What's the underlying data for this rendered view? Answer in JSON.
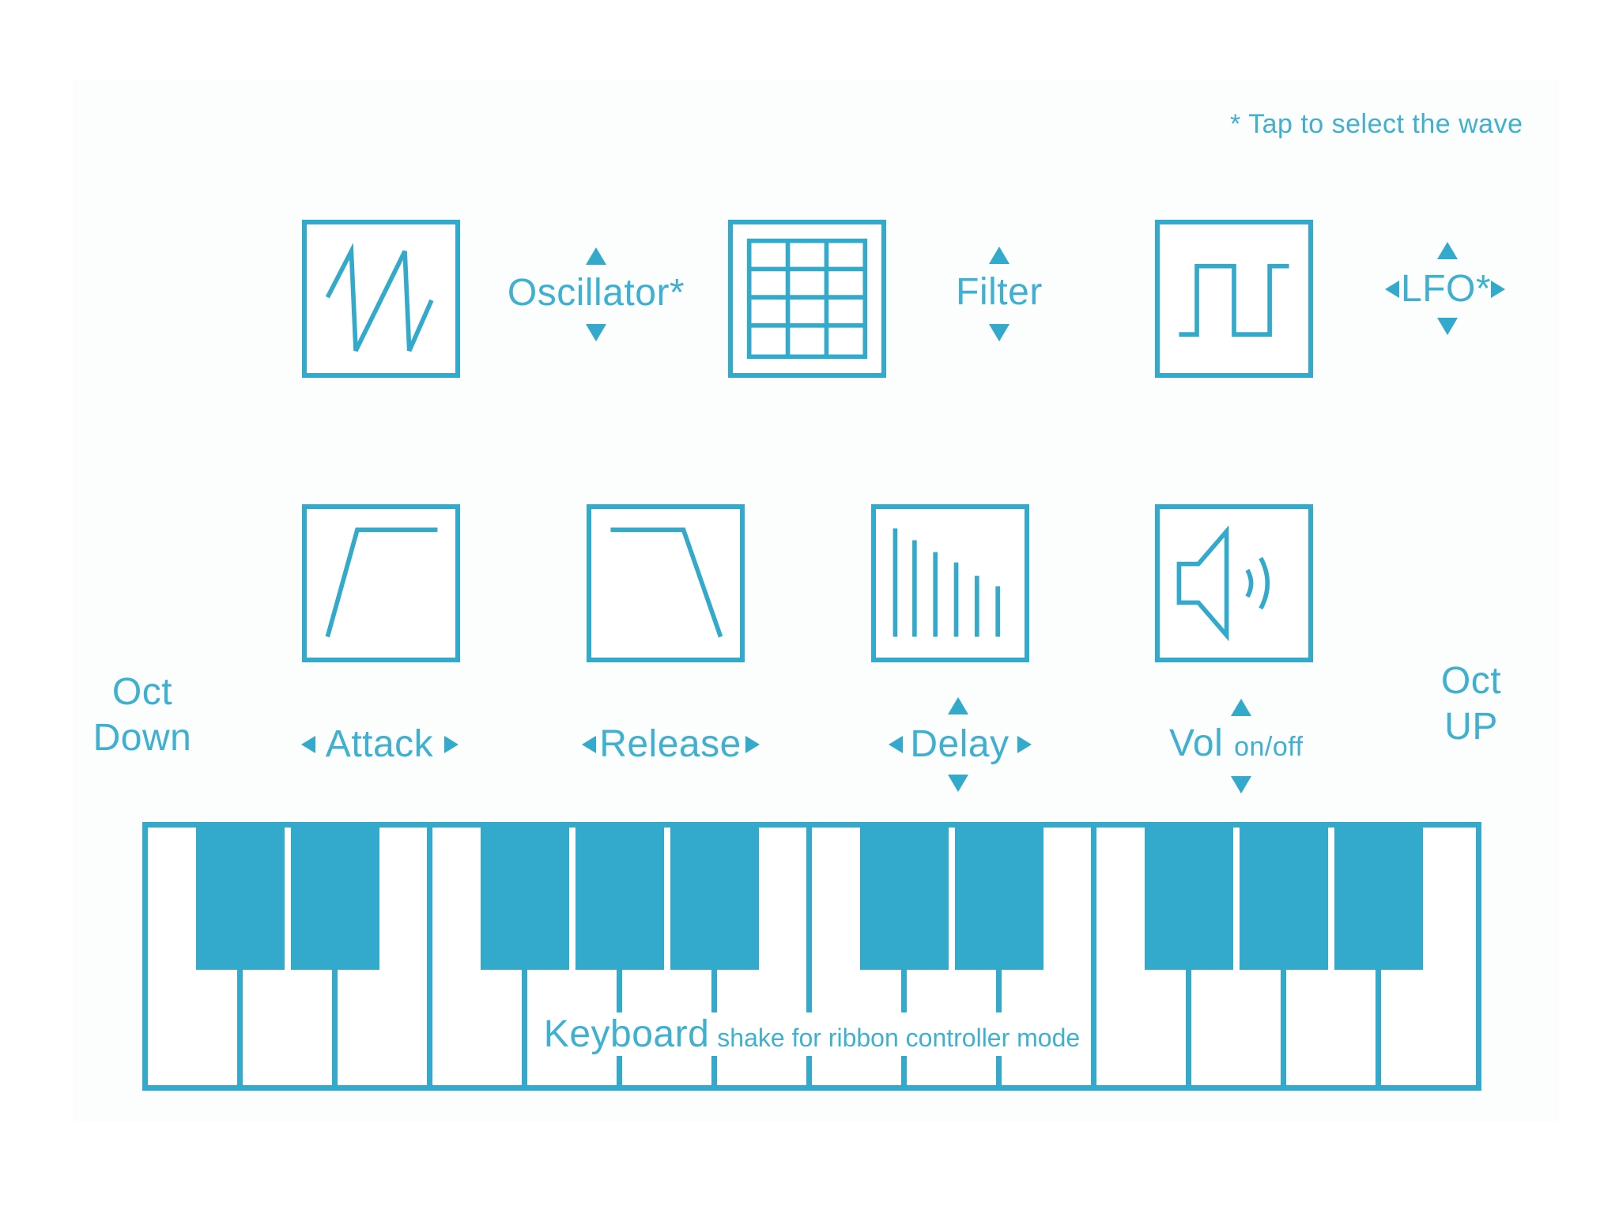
{
  "hint": "*  Tap to select the wave",
  "controls": {
    "oscillator": "Oscillator*",
    "filter": "Filter",
    "lfo": "LFO*",
    "attack": "Attack",
    "release": "Release",
    "delay": "Delay",
    "vol": "Vol",
    "vol_toggle": "on/off",
    "oct_down": [
      "Oct",
      "Down"
    ],
    "oct_up": [
      "Oct",
      "UP"
    ]
  },
  "icons": {
    "oscillator": "sawtooth-wave-icon",
    "filter": "filter-grid-icon",
    "lfo": "square-wave-icon",
    "attack": "attack-envelope-icon",
    "release": "release-envelope-icon",
    "delay": "delay-bars-icon",
    "vol": "speaker-icon"
  },
  "keyboard": {
    "title": "Keyboard",
    "subtitle": "shake for ribbon controller mode",
    "white_keys": 14,
    "black_keys": 10
  },
  "colors": {
    "accent": "#33aacb",
    "text": "#3fb0cf",
    "background": "#ffffff"
  }
}
